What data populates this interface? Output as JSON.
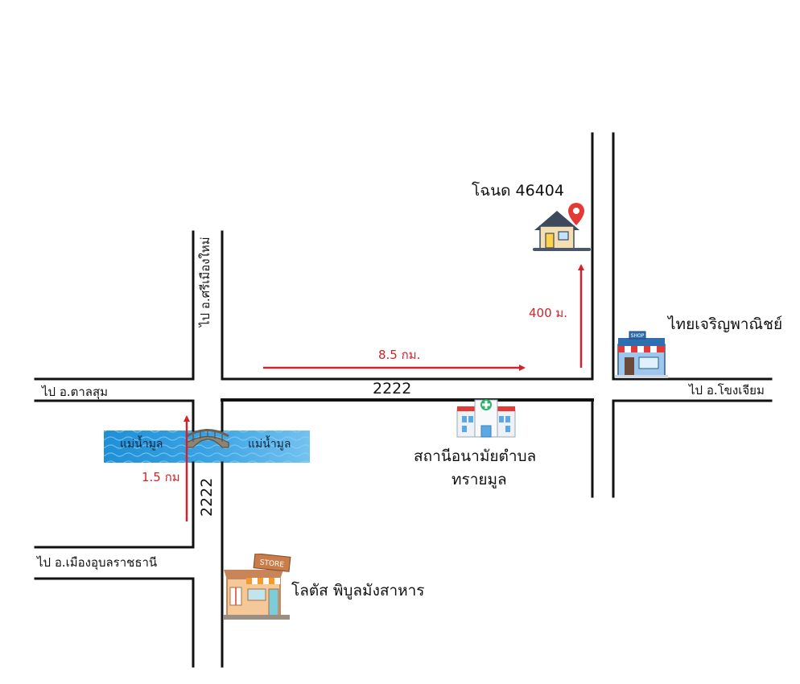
{
  "map": {
    "directions": {
      "north": "ไป อ.ศรีเมืองใหม่",
      "west": "ไป อ.ตาลสุม",
      "east": "ไป อ.โขงเจียม",
      "south_west": "ไป อ.เมืองอุบลราชธานี"
    },
    "roads": {
      "horizontal_number": "2222",
      "vertical_number": "2222"
    },
    "river": {
      "label_left": "แม่น้ำมูล",
      "label_right": "แม่น้ำมูล"
    },
    "distances": {
      "main_road": "8.5 กม.",
      "to_property": "400 ม.",
      "from_city": "1.5 กม"
    },
    "places": {
      "property": "โฉนด 46404",
      "shop": "ไทยเจริญพาณิชย์",
      "health_center_line1": "สถานีอนามัยตำบล",
      "health_center_line2": "ทรายมูล",
      "lotus": "โลตัส พิบูลมังสาหาร"
    },
    "icon_text": {
      "shop_sign": "SHOP",
      "store_sign": "STORE"
    },
    "colors": {
      "road_line": "#111111",
      "arrow": "#d2232a",
      "river": "#3aa0dd"
    }
  }
}
